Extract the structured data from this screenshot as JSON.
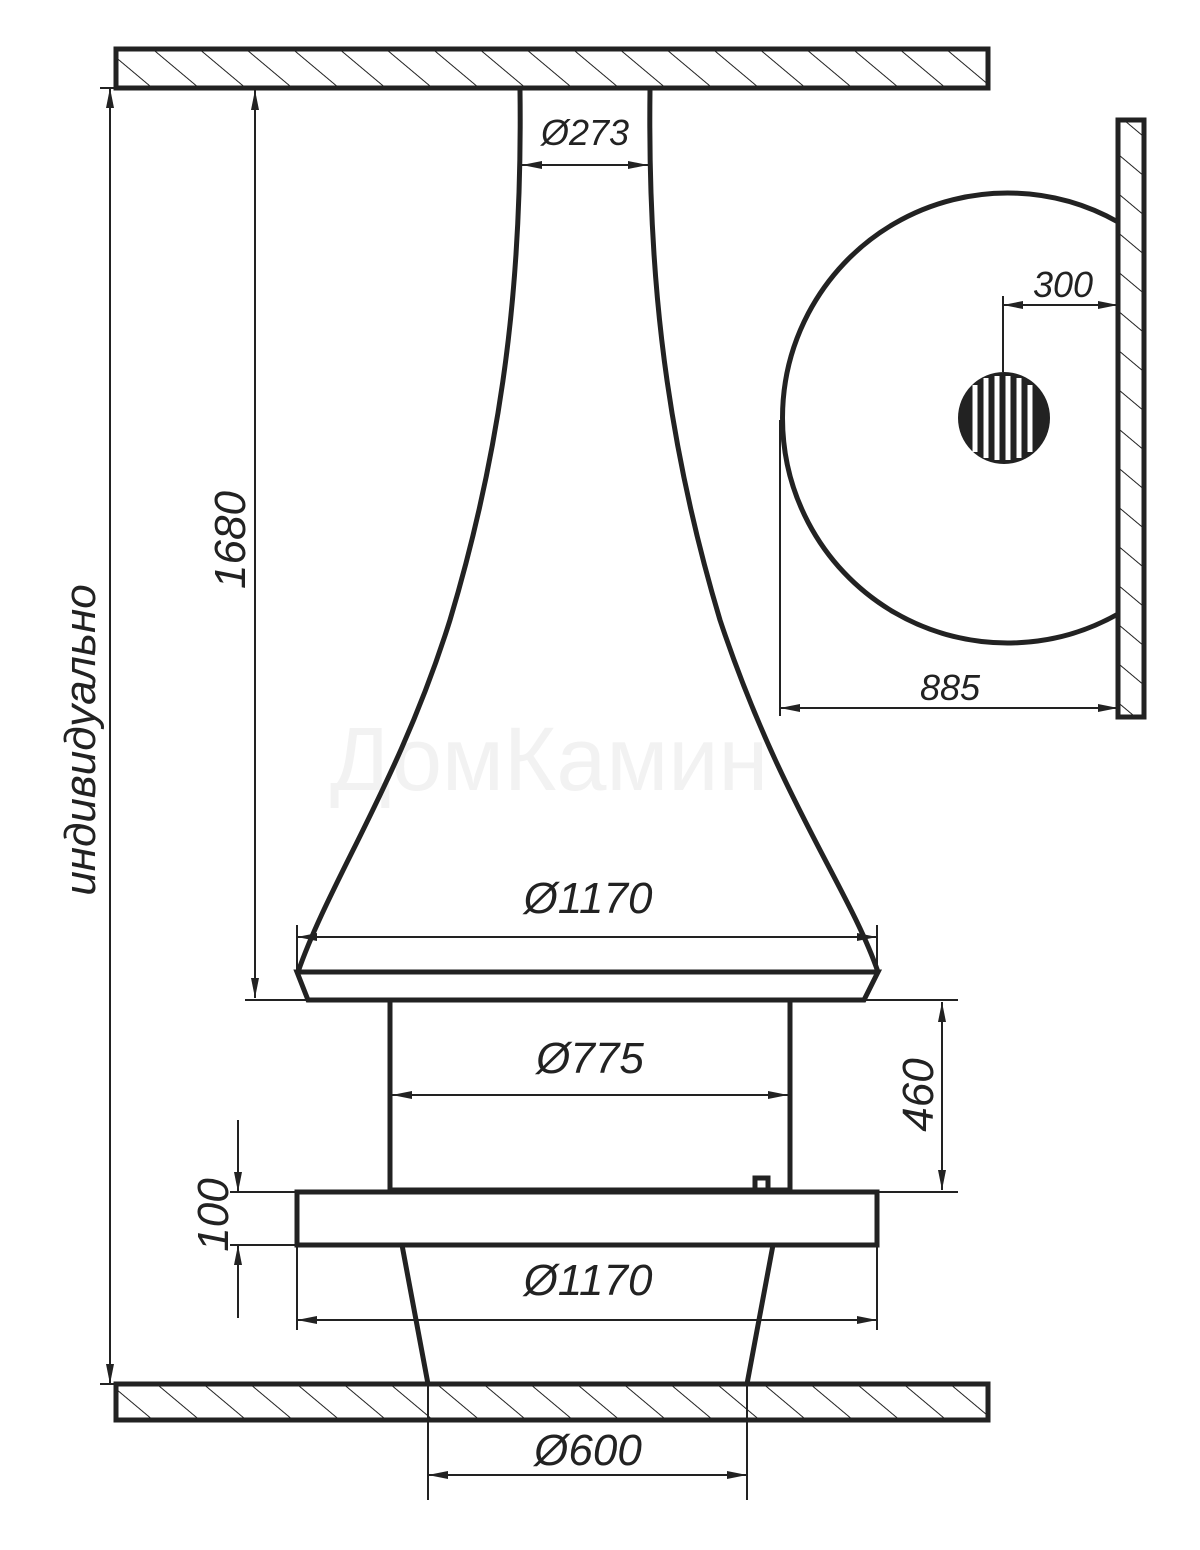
{
  "drawing": {
    "dimensions": {
      "height_label": "индивидуально",
      "hood_height": "1680",
      "pipe_diameter": "Ø273",
      "hood_diameter": "Ø1170",
      "glass_diameter": "Ø775",
      "glass_height": "460",
      "platform_height": "100",
      "platform_diameter": "Ø1170",
      "base_diameter": "Ø600",
      "wall_offset": "300",
      "side_depth": "885"
    },
    "watermark": "ДомКамин"
  }
}
